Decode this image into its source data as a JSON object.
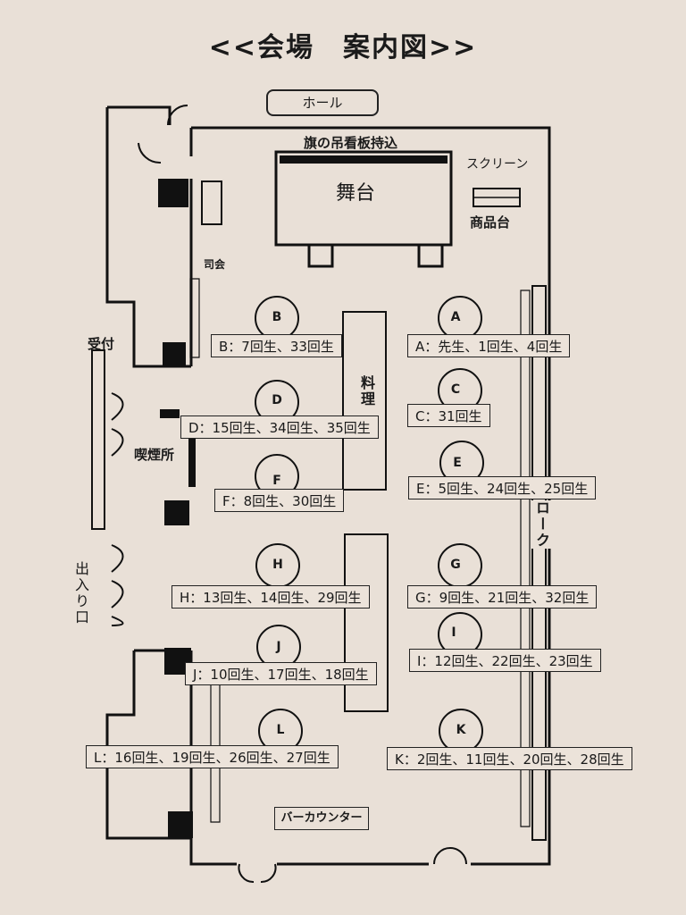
{
  "title": "<<会場　案内図>>",
  "labels": {
    "hall": "ホール",
    "banner": "旗の吊看板持込",
    "screen": "スクリーン",
    "stage": "舞台",
    "goods_table": "商品台",
    "mc": "司会",
    "reception": "受付",
    "smoking": "喫煙所",
    "entrance": "出入り口",
    "food": "料理",
    "bar_counter": "バーカウンター",
    "cloak": "ローク"
  },
  "tables": [
    {
      "letter": "A",
      "label": "A：先生、1回生、4回生"
    },
    {
      "letter": "B",
      "label": "B：7回生、33回生"
    },
    {
      "letter": "C",
      "label": "C：31回生"
    },
    {
      "letter": "D",
      "label": "D：15回生、34回生、35回生"
    },
    {
      "letter": "E",
      "label": "E：5回生、24回生、25回生"
    },
    {
      "letter": "F",
      "label": "F：8回生、30回生"
    },
    {
      "letter": "G",
      "label": "G：9回生、21回生、32回生"
    },
    {
      "letter": "H",
      "label": "H：13回生、14回生、29回生"
    },
    {
      "letter": "I",
      "label": "I：12回生、22回生、23回生"
    },
    {
      "letter": "J",
      "label": "J：10回生、17回生、18回生"
    },
    {
      "letter": "K",
      "label": "K：2回生、11回生、20回生、28回生"
    },
    {
      "letter": "L",
      "label": "L：16回生、19回生、26回生、27回生"
    }
  ]
}
